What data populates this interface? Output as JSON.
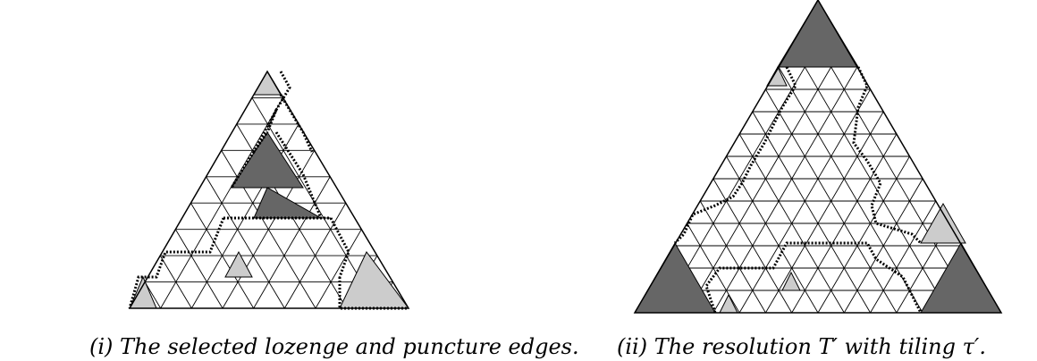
{
  "colors": {
    "dark": "#666666",
    "light": "#cccccc",
    "line": "#000000",
    "fill": "#ffffff"
  },
  "figures": [
    {
      "id": "i",
      "caption_prefix": "(i)",
      "caption": "The selected lozenge and puncture edges."
    },
    {
      "id": "ii",
      "caption_prefix": "(ii)",
      "caption": "The resolution T′ with tiling τ′."
    }
  ]
}
